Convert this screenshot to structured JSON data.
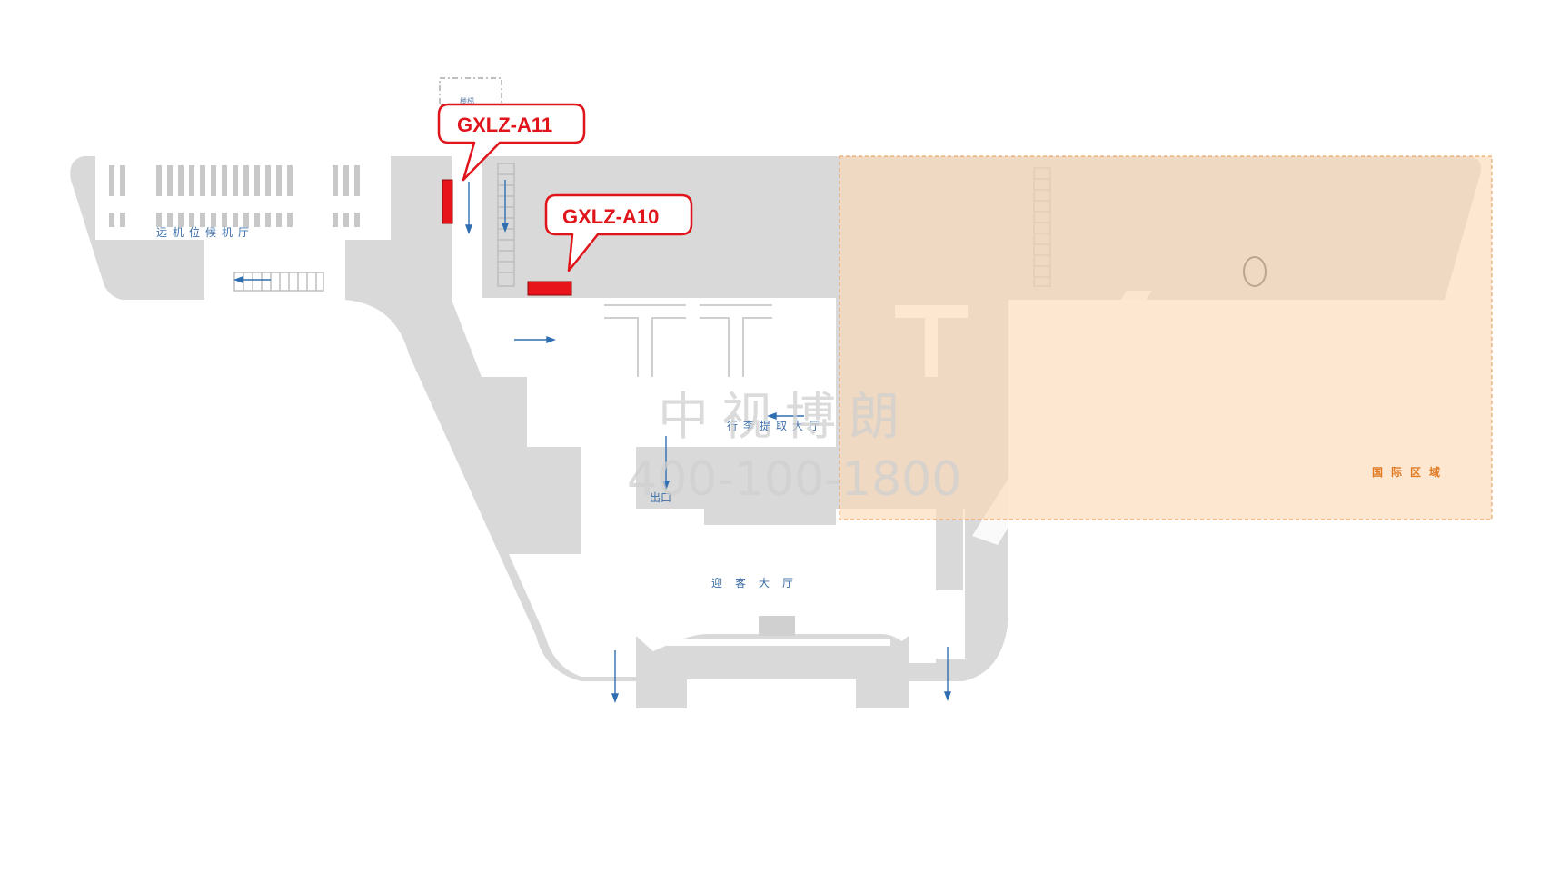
{
  "areas": {
    "remote_lounge": "远机位候机厅",
    "baggage_claim": "行李提取大厅",
    "exit": "出口",
    "greeting_hall": "迎客大厅",
    "international_zone": "国际区域",
    "top_stair": "楼梯"
  },
  "ad_spots": [
    {
      "code": "GXLZ-A11",
      "color": "#e0151b"
    },
    {
      "code": "GXLZ-A10",
      "color": "#e0151b"
    }
  ],
  "watermark": {
    "brand": "中视博朗",
    "phone": "400-100-1800"
  },
  "colors": {
    "floor": "#d9d9d9",
    "walkway": "#ffffff",
    "flow_arrow": "#2f6eb0",
    "international_overlay": "#fbd8b5",
    "ad_marker": "#e8141b"
  },
  "icons": [
    "flow-arrow-icon",
    "escalator-icon"
  ]
}
